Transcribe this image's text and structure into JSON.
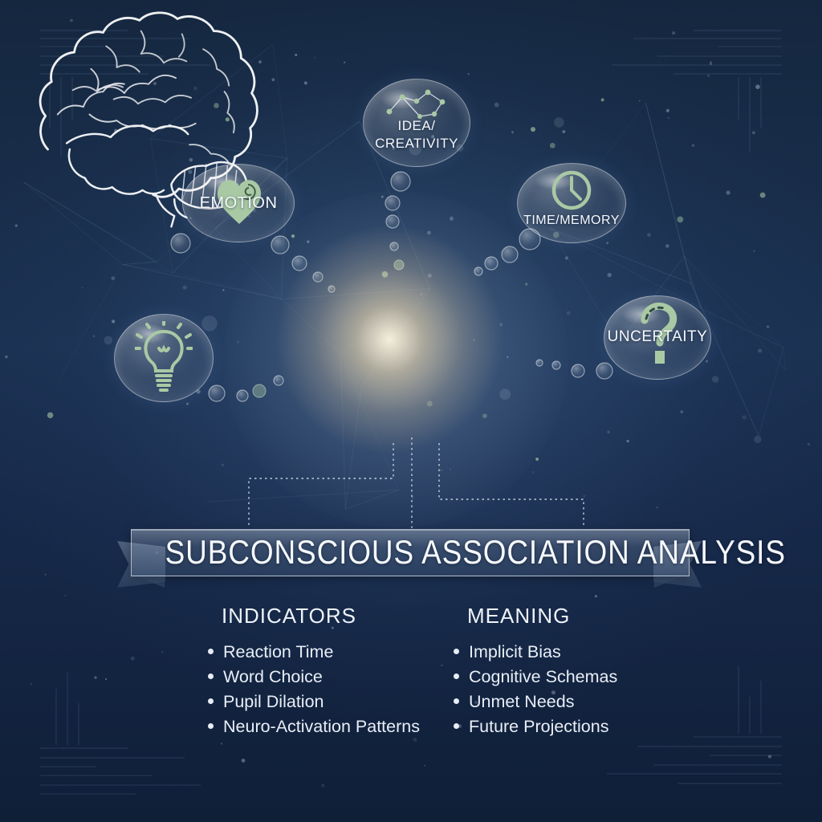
{
  "title": "SUBCONSCIOUS ASSOCIATION ANALYSIS",
  "bubbles": [
    {
      "name": "idea-creativity",
      "line1": "IDEA/",
      "line2": "CREATIVITY",
      "icon": "network-nodes-icon"
    },
    {
      "name": "emotion",
      "label": "EMOTION",
      "icon": "heart-icon"
    },
    {
      "name": "time-memory",
      "label": "TIME/MEMORY",
      "icon": "clock-icon"
    },
    {
      "name": "uncertainty",
      "label": "UNCERTAITY",
      "icon": "question-mark-icon"
    },
    {
      "name": "insight",
      "label": "",
      "icon": "lightbulb-icon"
    }
  ],
  "columns": [
    {
      "heading": "INDICATORS",
      "items": [
        "Reaction Time",
        "Word Choice",
        "Pupil Dilation",
        "Neuro-Activation Patterns"
      ]
    },
    {
      "heading": "MEANING",
      "items": [
        "Implicit Bias",
        "Cognitive Schemas",
        "Unmet Needs",
        "Future Projections"
      ]
    }
  ],
  "colors": {
    "background_top": "#15273f",
    "background_mid": "#1b3152",
    "background_bottom": "#0f1f38",
    "accent_green": "#a9c9a4",
    "text": "#f4f8fc",
    "glow_warm": "#ffe9c4"
  }
}
